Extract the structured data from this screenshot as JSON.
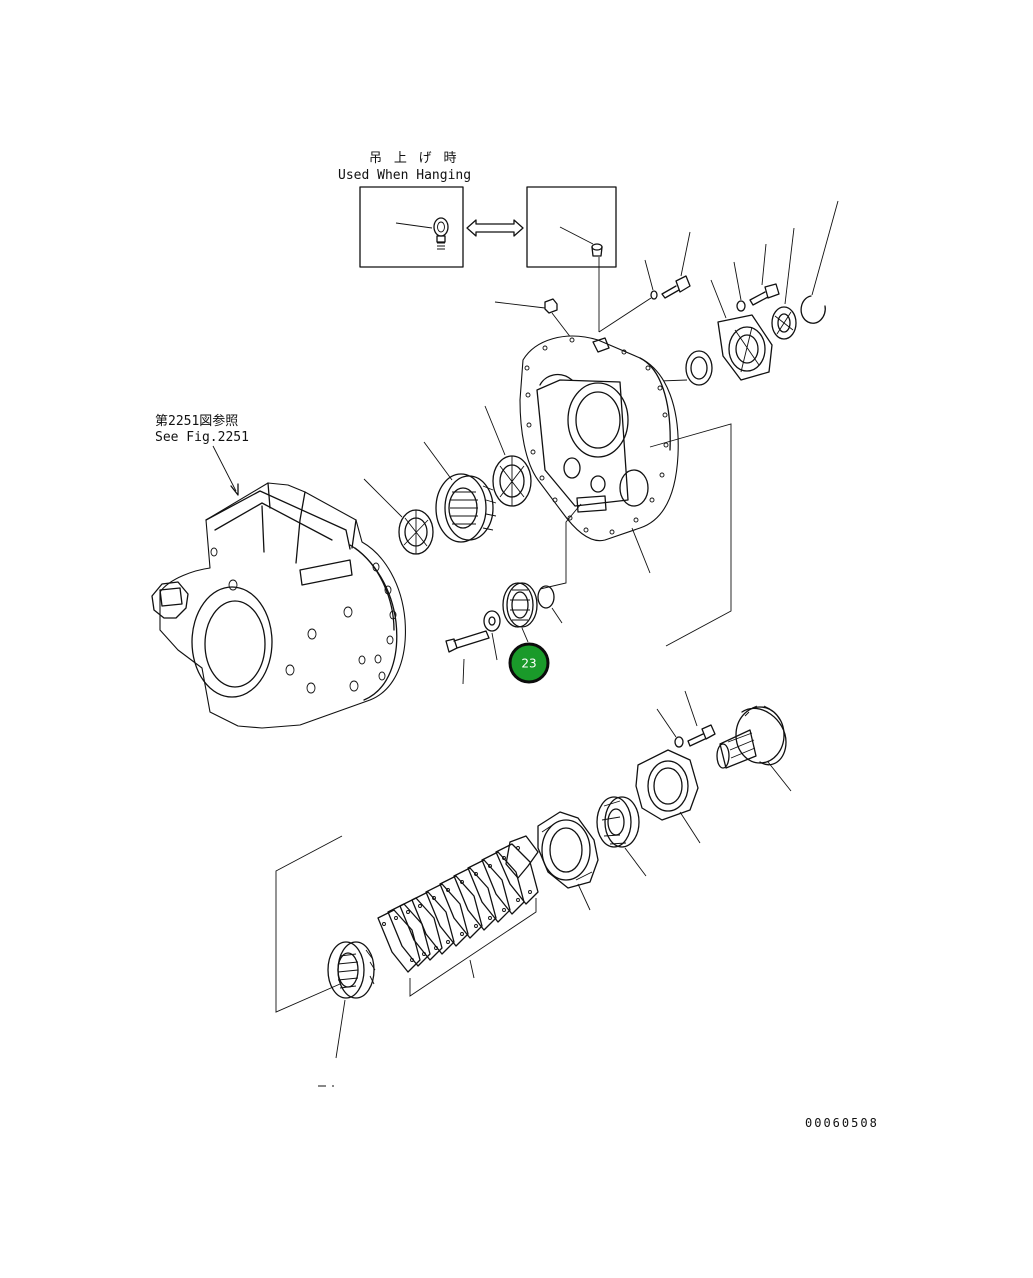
{
  "labels": {
    "hanging_jp": "吊 上 げ 時",
    "hanging_en": "Used When Hanging",
    "see_fig_jp": "第2251図参照",
    "see_fig_en": "See Fig.2251",
    "drawing_number": "00060508"
  },
  "callout": {
    "number": "23",
    "fill": "#1a9a2a",
    "ring": "#0c0c0c"
  }
}
